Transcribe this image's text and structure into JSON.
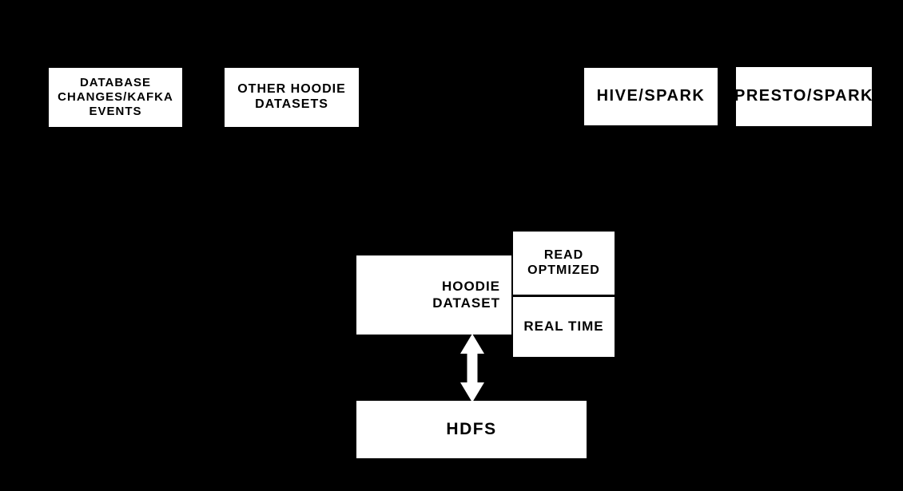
{
  "diagram": {
    "description": "Hoodie (Hudi) dataset architecture diagram: ingestion sources feed a Hoodie dataset stored on HDFS, exposed as Read Optmized and Real Time views queried by Hive/Spark and Presto/Spark",
    "colors": {
      "background": "#000000",
      "node_fill": "#ffffff",
      "node_text": "#000000",
      "arrow_fill": "#ffffff"
    },
    "nodes": {
      "database_changes": {
        "label": "DATABASE\nCHANGES/KAFKA\nEVENTS"
      },
      "other_hoodie_datasets": {
        "label": "OTHER HOODIE\nDATASETS"
      },
      "hive_spark": {
        "label": "HIVE/SPARK"
      },
      "presto_spark": {
        "label": "PRESTO/SPARK"
      },
      "hoodie_dataset": {
        "label": "HOODIE\nDATASET"
      },
      "read_optmized": {
        "label": "READ\nOPTMIZED"
      },
      "real_time": {
        "label": "REAL TIME"
      },
      "hdfs": {
        "label": "HDFS"
      }
    },
    "connectors": [
      {
        "name": "hoodie-dataset-hdfs-arrow",
        "type": "double-headed-vertical-arrow"
      }
    ]
  }
}
